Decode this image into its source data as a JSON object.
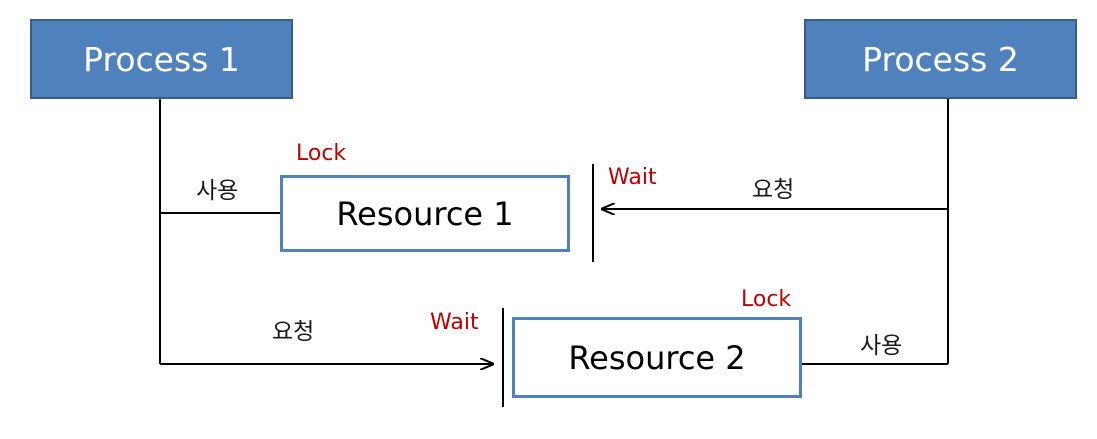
{
  "processes": {
    "p1": "Process 1",
    "p2": "Process 2"
  },
  "resources": {
    "r1": "Resource 1",
    "r2": "Resource 2"
  },
  "labels": {
    "p1_uses_r1": "사용",
    "p1_requests_r2": "요청",
    "p2_requests_r1": "요청",
    "p2_uses_r2": "사용",
    "r1_lock": "Lock",
    "r1_wait": "Wait",
    "r2_lock": "Lock",
    "r2_wait": "Wait"
  },
  "colors": {
    "process_fill": "#4f81bd",
    "process_border": "#385d8a",
    "resource_border": "#4f81bd",
    "state_text": "#c00000",
    "line": "#000000"
  }
}
